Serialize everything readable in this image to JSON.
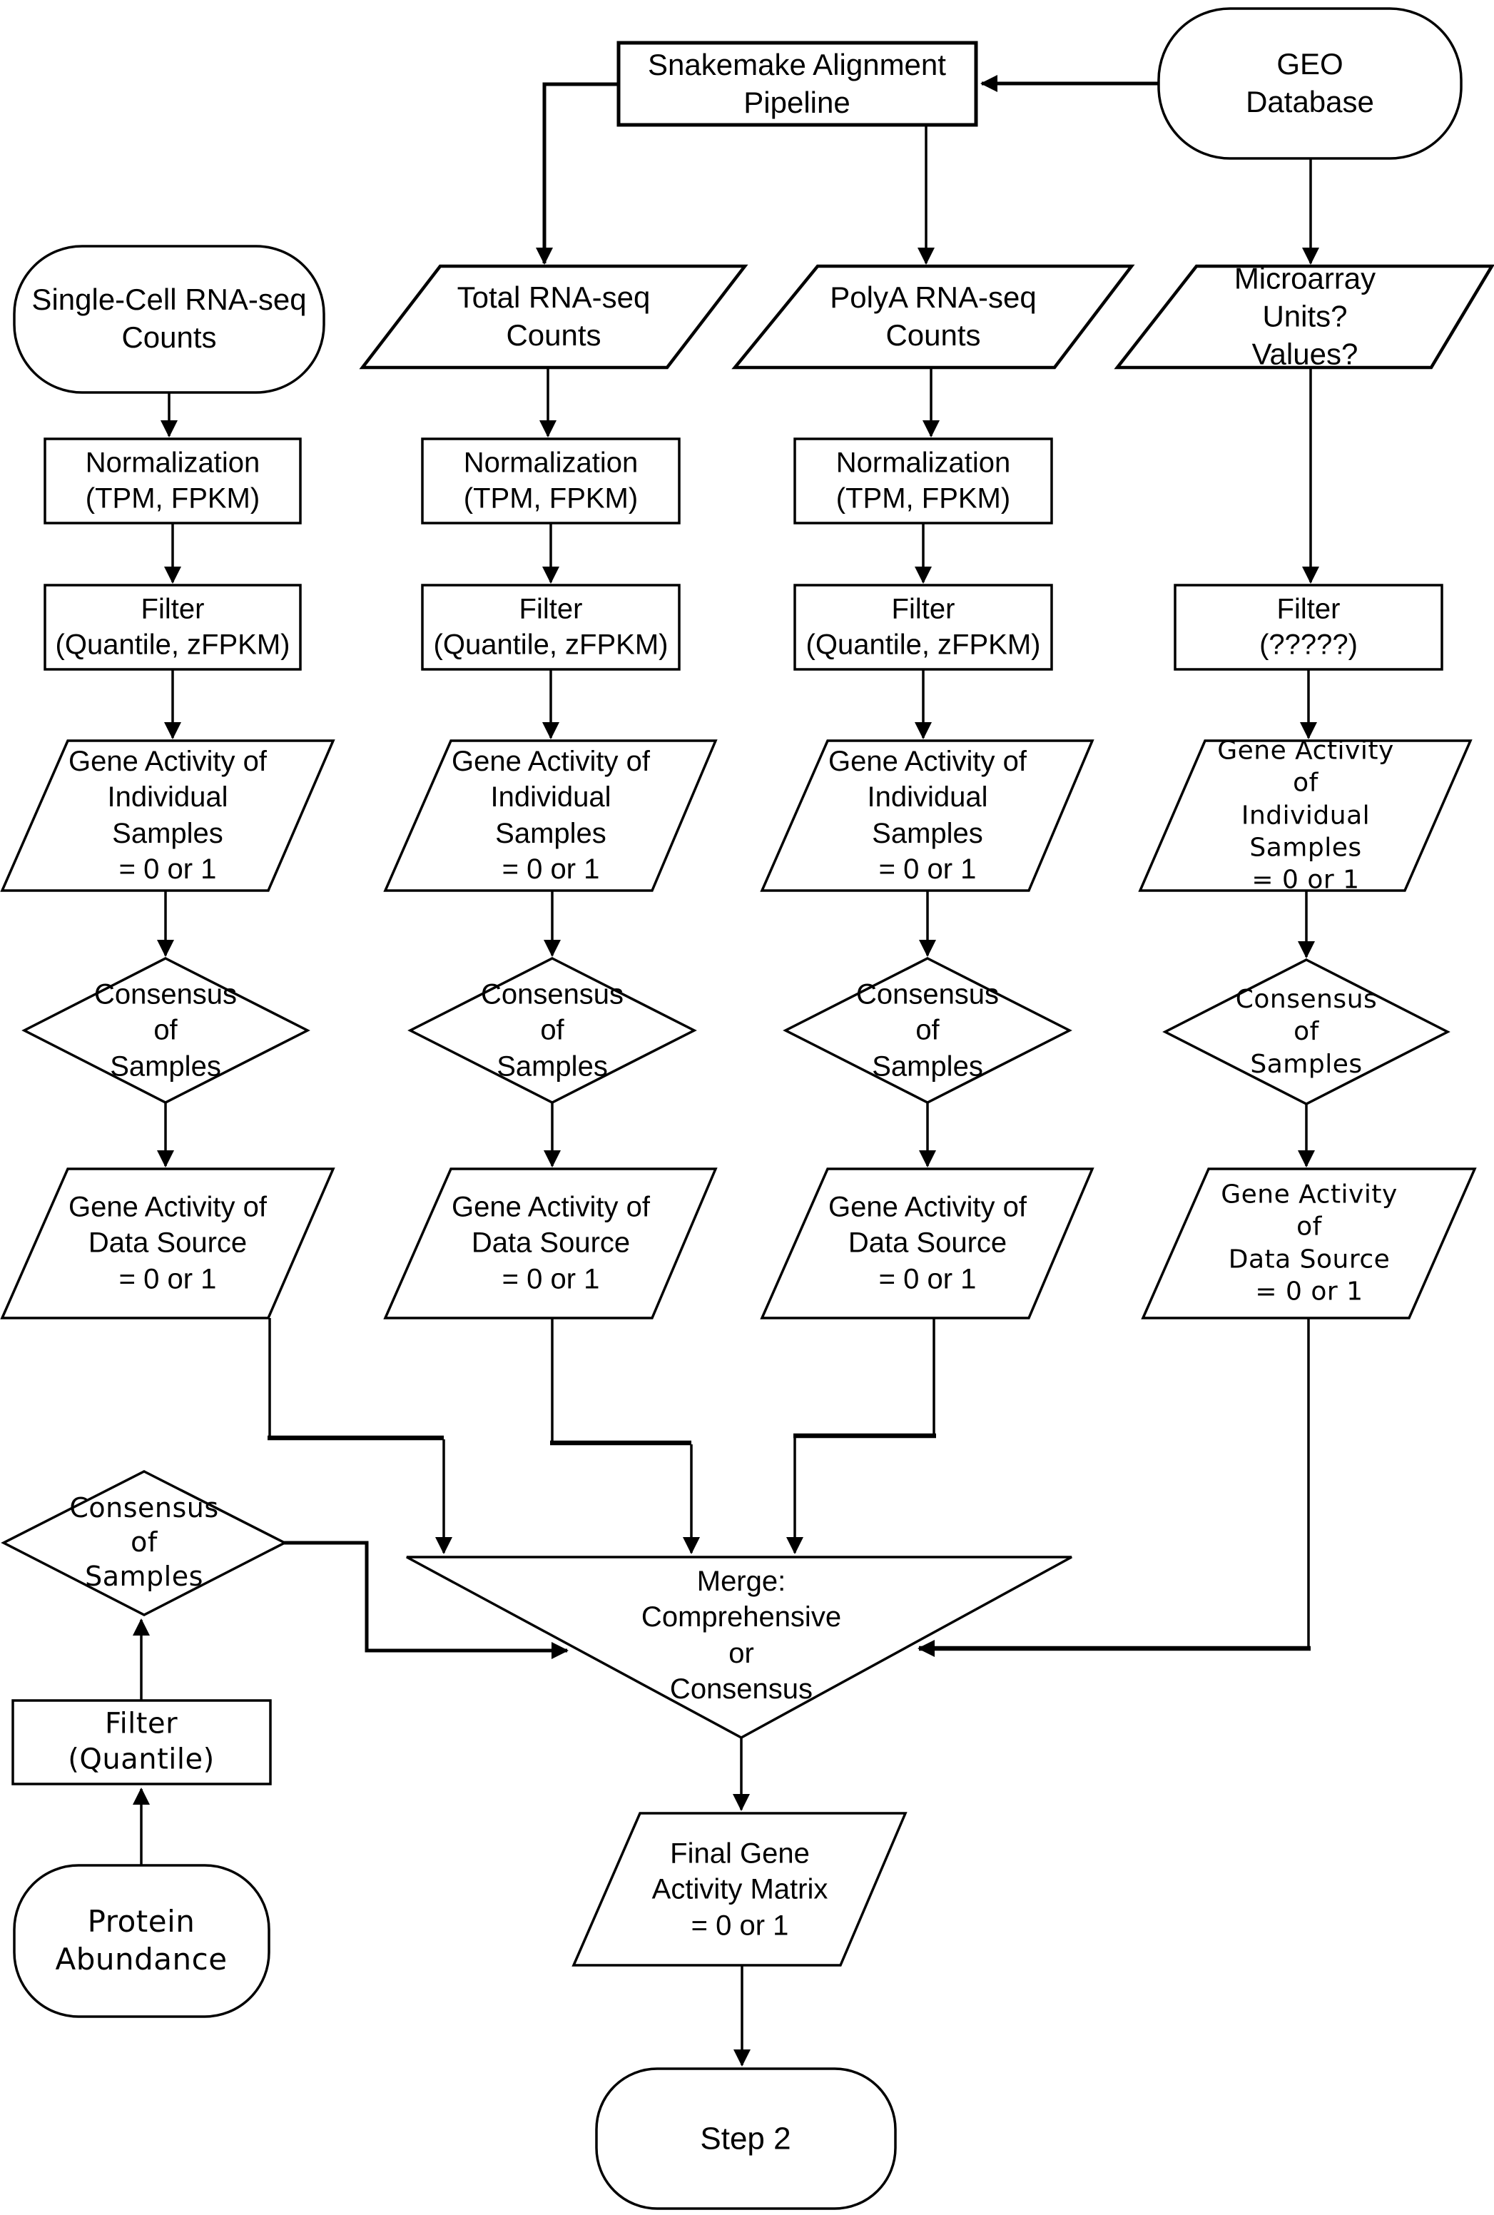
{
  "colors": {
    "background": "#ffffff",
    "line": "#000000",
    "text": "#000000"
  },
  "top": {
    "pipeline_box": "Snakemake Alignment\nPipeline",
    "geo_database": "GEO Database"
  },
  "columns": [
    {
      "name": "single-cell",
      "source": "Single-Cell RNA-seq\nCounts",
      "normalization": "Normalization\n(TPM, FPKM)",
      "filter": "Filter\n(Quantile, zFPKM)",
      "individual_activity": "Gene Activity of\nIndividual\nSamples\n= 0 or 1",
      "consensus": "Consensus\nof\nSamples",
      "data_source_activity": "Gene Activity of\nData Source\n= 0 or 1"
    },
    {
      "name": "total-rna-seq",
      "source": "Total RNA-seq\nCounts",
      "normalization": "Normalization\n(TPM, FPKM)",
      "filter": "Filter\n(Quantile, zFPKM)",
      "individual_activity": "Gene Activity of\nIndividual\nSamples\n= 0 or 1",
      "consensus": "Consensus\nof\nSamples",
      "data_source_activity": "Gene Activity of\nData Source\n= 0 or 1"
    },
    {
      "name": "polya-rna-seq",
      "source": "PolyA RNA-seq\nCounts",
      "normalization": "Normalization\n(TPM, FPKM)",
      "filter": "Filter\n(Quantile, zFPKM)",
      "individual_activity": "Gene Activity of\nIndividual\nSamples\n= 0 or 1",
      "consensus": "Consensus\nof\nSamples",
      "data_source_activity": "Gene Activity of\nData Source\n= 0 or 1"
    },
    {
      "name": "microarray",
      "source": "Microarray\nUnits? Values?",
      "filter": "Filter\n(?????)",
      "individual_activity": "Gene Activity of\nIndividual\nSamples\n= 0 or 1",
      "consensus": "Consensus\nof\nSamples",
      "data_source_activity": "Gene Activity of\nData Source\n= 0 or 1"
    }
  ],
  "protein_branch": {
    "source": "Protein\nAbundance",
    "filter": "Filter\n(Quantile)",
    "consensus": "Consensus\nof\nSamples"
  },
  "merge_node": {
    "label": "Merge:\nComprehensive\nor\nConsensus"
  },
  "final_output": {
    "label": "Final Gene\nActivity Matrix\n= 0 or 1"
  },
  "terminal": {
    "label": "Step 2"
  }
}
